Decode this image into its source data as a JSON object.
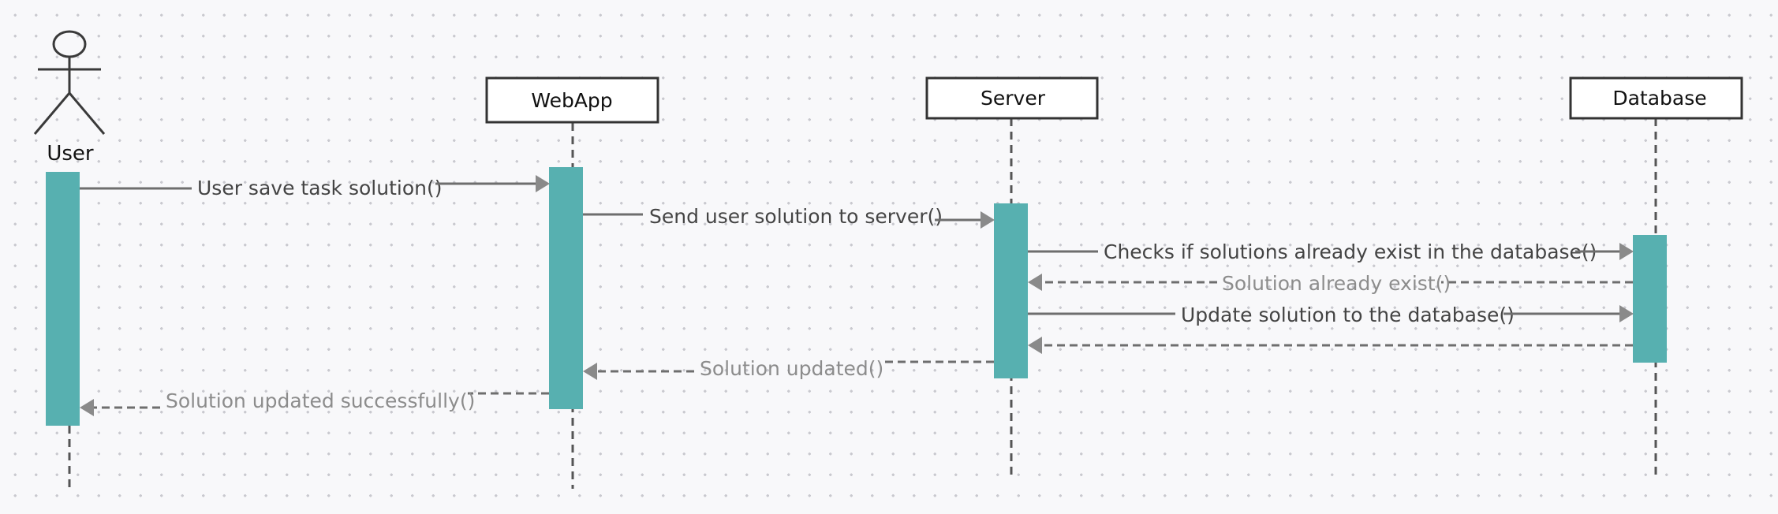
{
  "diagram": {
    "type": "sequence",
    "participants": [
      {
        "id": "user",
        "label": "User",
        "kind": "actor"
      },
      {
        "id": "webapp",
        "label": "WebApp",
        "kind": "box"
      },
      {
        "id": "server",
        "label": "Server",
        "kind": "box"
      },
      {
        "id": "database",
        "label": "Database",
        "kind": "box"
      }
    ],
    "messages": [
      {
        "id": "m1",
        "from": "user",
        "to": "webapp",
        "label": "User save task solution()",
        "style": "solid"
      },
      {
        "id": "m2",
        "from": "webapp",
        "to": "server",
        "label": "Send user solution to server()",
        "style": "solid"
      },
      {
        "id": "m3",
        "from": "server",
        "to": "database",
        "label": "Checks if solutions already exist in the  database()",
        "style": "solid"
      },
      {
        "id": "m4",
        "from": "database",
        "to": "server",
        "label": "Solution already  exist()",
        "style": "dashed"
      },
      {
        "id": "m5",
        "from": "server",
        "to": "database",
        "label": "Update solution to the database()",
        "style": "solid"
      },
      {
        "id": "m6",
        "from": "database",
        "to": "server",
        "label": "",
        "style": "dashed"
      },
      {
        "id": "m7",
        "from": "server",
        "to": "webapp",
        "label": "Solution updated()",
        "style": "dashed"
      },
      {
        "id": "m8",
        "from": "webapp",
        "to": "user",
        "label": "Solution updated successfully()",
        "style": "dashed"
      }
    ],
    "colors": {
      "activation": "#57b0b0",
      "line": "#6e6e6e",
      "arrowhead": "#8a8a8a",
      "solid_label": "#444444",
      "return_label": "#8c8c8c",
      "lifeline": "#555555"
    }
  }
}
